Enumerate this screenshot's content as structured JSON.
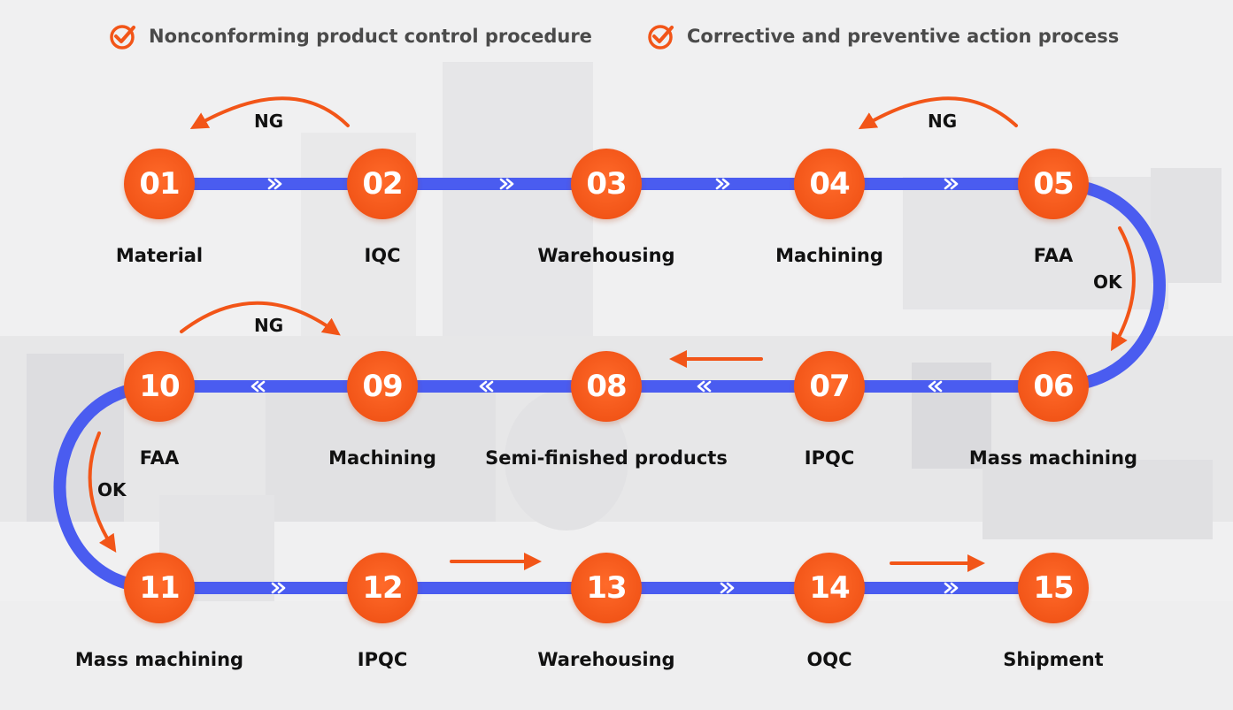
{
  "legend": [
    {
      "text": "Nonconforming product control procedure",
      "icon": "check-circle-icon"
    },
    {
      "text": "Corrective and preventive action process",
      "icon": "check-circle-icon"
    }
  ],
  "steps": [
    {
      "number": "01",
      "label": "Material"
    },
    {
      "number": "02",
      "label": "IQC"
    },
    {
      "number": "03",
      "label": "Warehousing"
    },
    {
      "number": "04",
      "label": "Machining"
    },
    {
      "number": "05",
      "label": "FAA"
    },
    {
      "number": "06",
      "label": "Mass machining"
    },
    {
      "number": "07",
      "label": "IPQC"
    },
    {
      "number": "08",
      "label": "Semi-finished products"
    },
    {
      "number": "09",
      "label": "Machining"
    },
    {
      "number": "10",
      "label": "FAA"
    },
    {
      "number": "11",
      "label": "Mass machining"
    },
    {
      "number": "12",
      "label": "IPQC"
    },
    {
      "number": "13",
      "label": "Warehousing"
    },
    {
      "number": "14",
      "label": "OQC"
    },
    {
      "number": "15",
      "label": "Shipment"
    }
  ],
  "tags": {
    "ng_1": "NG",
    "ng_2": "NG",
    "ng_3": "NG",
    "ok_1": "OK",
    "ok_2": "OK"
  },
  "colors": {
    "accent": "#f25518",
    "track": "#4a5cf0",
    "chevron": "#ffffff",
    "arrow": "#f25518"
  }
}
